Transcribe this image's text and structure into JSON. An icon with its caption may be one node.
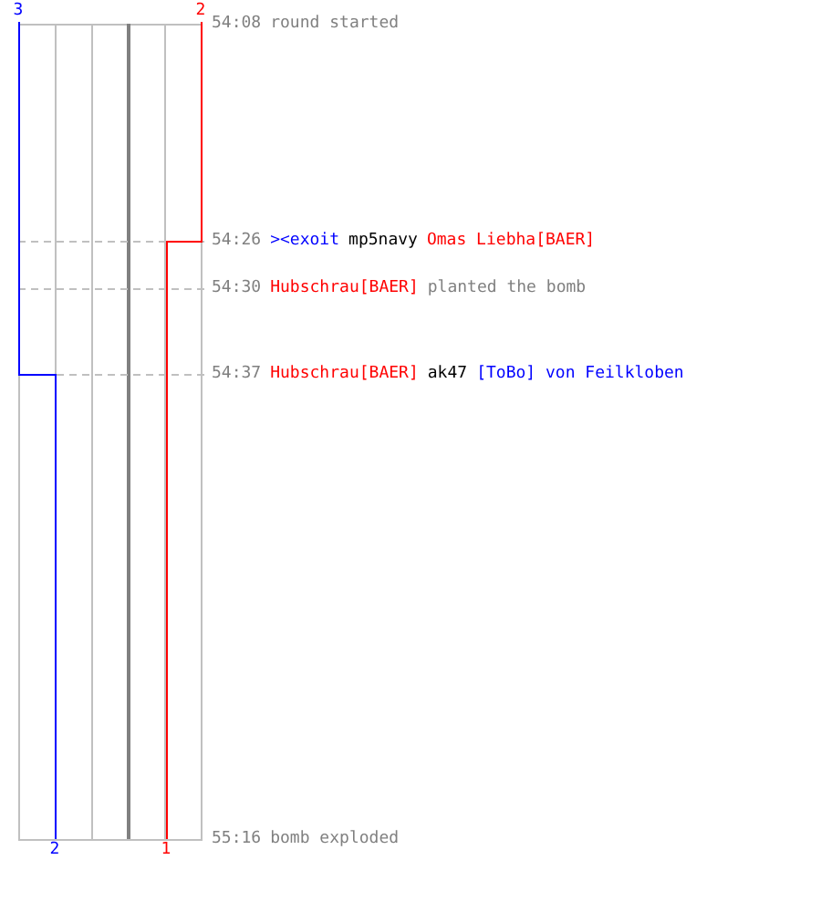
{
  "diagram": {
    "labels": [
      "3",
      "2",
      "54:08",
      "round started",
      "54:26",
      "><exoit",
      "mp5navy",
      "Omas Liebha[BAER]",
      "54:30",
      "Hubschrau[BAER]",
      "planted the bomb",
      "54:37",
      "Hubschrau[BAER]",
      "ak47",
      "[ToBo] von Feilkloben",
      "55:16",
      "bomb exploded",
      "2",
      "1"
    ]
  }
}
